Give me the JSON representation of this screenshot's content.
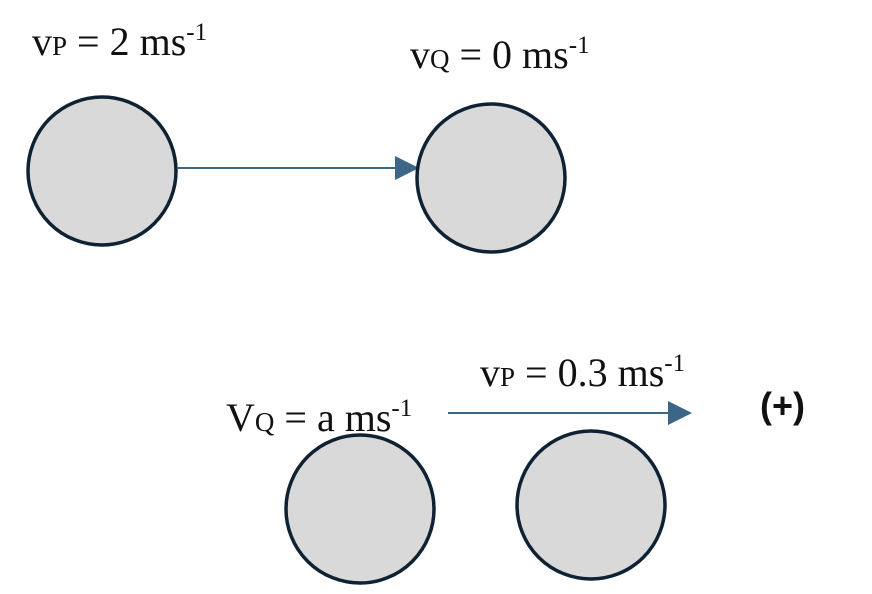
{
  "before": {
    "p_label": {
      "var": "v",
      "sub": "P",
      "eq": " = 2 ms",
      "exp": "-1"
    },
    "q_label": {
      "var": "v",
      "sub": "Q",
      "eq": " = 0 ms",
      "exp": "-1"
    }
  },
  "after": {
    "q_label": {
      "var": "V",
      "sub": "Q",
      "eq": " = a ms",
      "exp": "-1"
    },
    "p_label": {
      "var": "v",
      "sub": "P",
      "eq": " = 0.3 ms",
      "exp": "-1"
    }
  },
  "direction_label": "(+)",
  "colors": {
    "ball_fill": "#d9d9d9",
    "ball_stroke": "#0f2233",
    "arrow": "#3b6685",
    "text": "#111111"
  }
}
